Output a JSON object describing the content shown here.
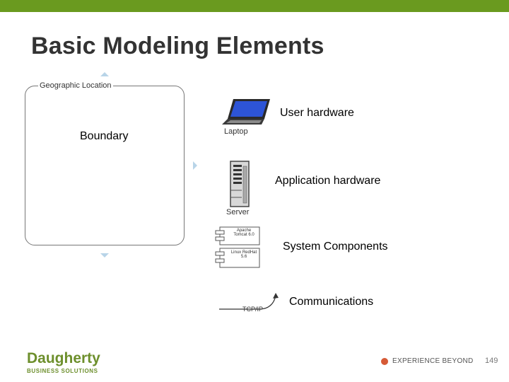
{
  "slide": {
    "title": "Basic Modeling Elements",
    "accent_color": "#6a9a1f"
  },
  "boundary": {
    "container_label": "Geographic Location",
    "label": "Boundary"
  },
  "elements": [
    {
      "icon": "laptop-icon",
      "icon_caption": "Laptop",
      "label": "User hardware"
    },
    {
      "icon": "server-icon",
      "icon_caption": "Server",
      "label": "Application hardware"
    },
    {
      "icon": "component-icon",
      "icon_caption_1": "Apache Tomcat 6.0",
      "icon_caption_2": "Linux RedHat 5.6",
      "label": "System Components"
    },
    {
      "icon": "communication-arrow-icon",
      "icon_caption": "TCP/IP",
      "label": "Communications"
    }
  ],
  "footer": {
    "logo_name": "Daugherty",
    "logo_sub": "BUSINESS SOLUTIONS",
    "tagline": "EXPERIENCE BEYOND",
    "page_number": "149"
  }
}
